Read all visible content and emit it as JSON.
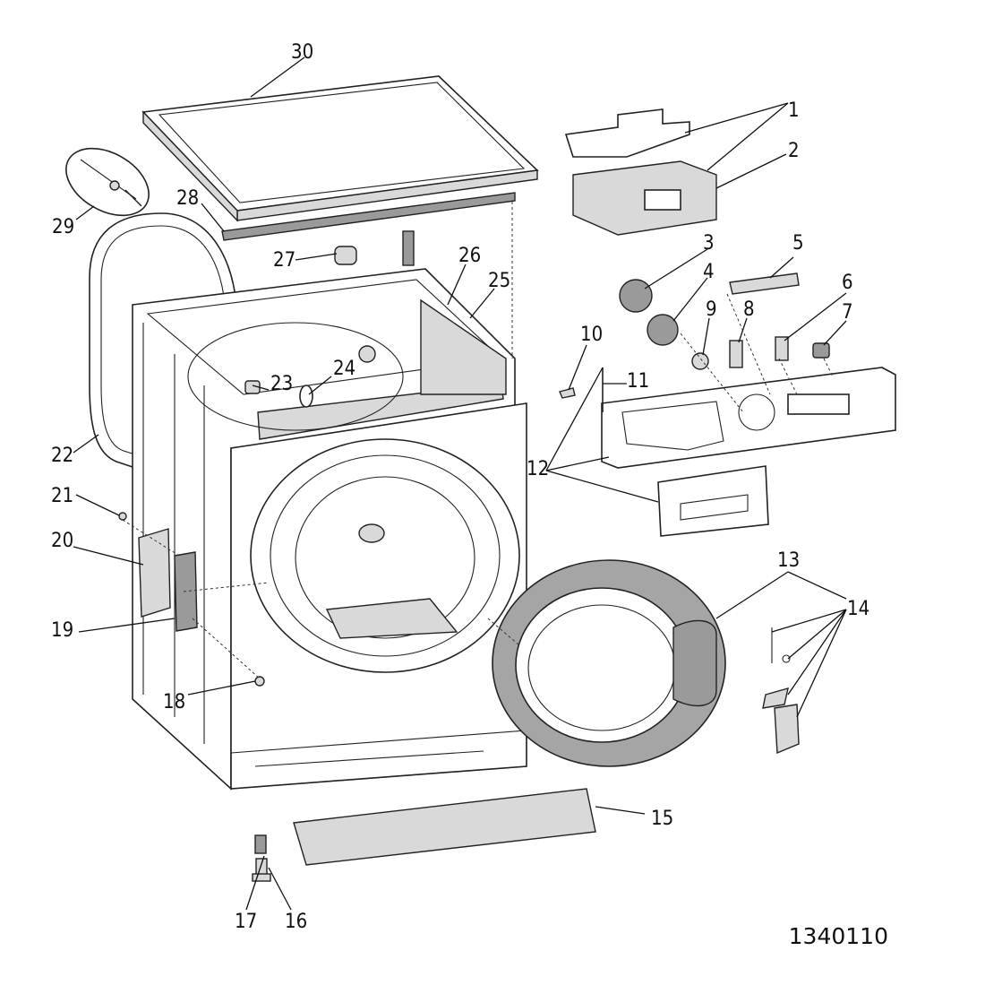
{
  "drawing_number": "1340110",
  "callouts": [
    "1",
    "2",
    "3",
    "4",
    "5",
    "6",
    "7",
    "8",
    "9",
    "10",
    "11",
    "12",
    "13",
    "14",
    "15",
    "16",
    "17",
    "18",
    "19",
    "20",
    "21",
    "22",
    "23",
    "24",
    "25",
    "26",
    "27",
    "28",
    "29",
    "30"
  ]
}
